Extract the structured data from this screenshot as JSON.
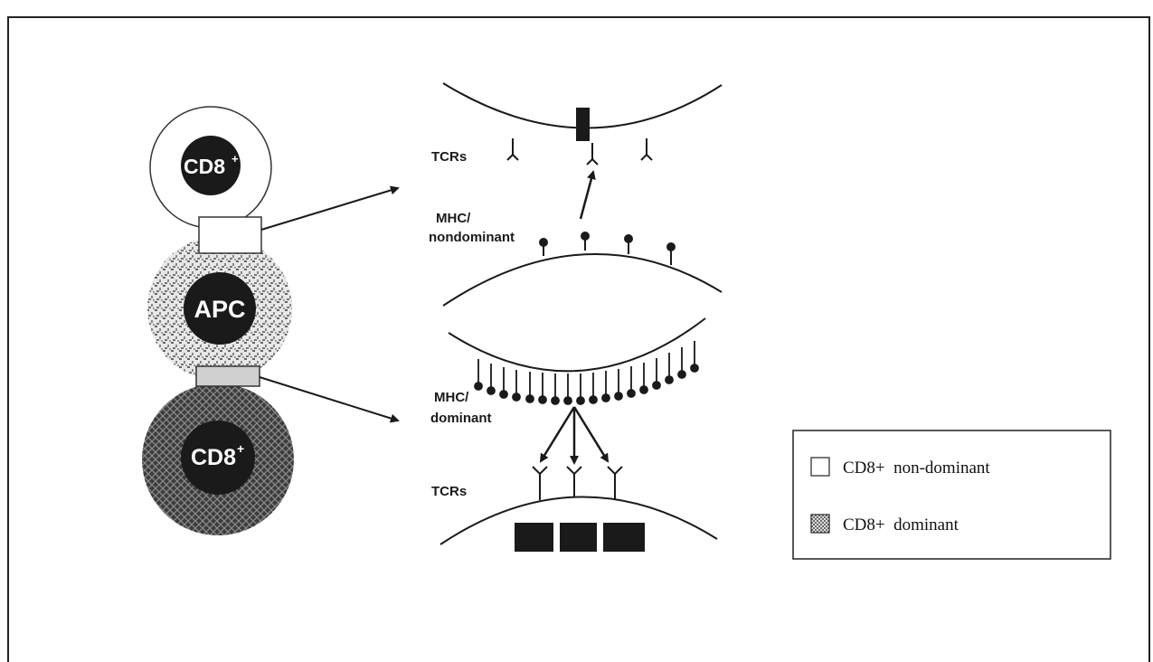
{
  "diagram": {
    "cells": {
      "top_cd8": "CD8",
      "top_cd8_sup": "+",
      "apc": "APC",
      "bottom_cd8": "CD8",
      "bottom_cd8_sup": "+"
    },
    "labels": {
      "tcrs_top": "TCRs",
      "mhc_nondominant_line1": "MHC/",
      "mhc_nondominant_line2": "nondominant",
      "mhc_dominant_line1": "MHC/",
      "mhc_dominant_line2": "dominant",
      "tcrs_bottom": "TCRs"
    }
  },
  "legend": {
    "items": [
      {
        "label": "CD8+  non-dominant",
        "swatch": "empty"
      },
      {
        "label": "CD8+  dominant",
        "swatch": "crosshatch"
      }
    ]
  },
  "colors": {
    "ink": "#1a1a1a",
    "frame": "#222222"
  }
}
